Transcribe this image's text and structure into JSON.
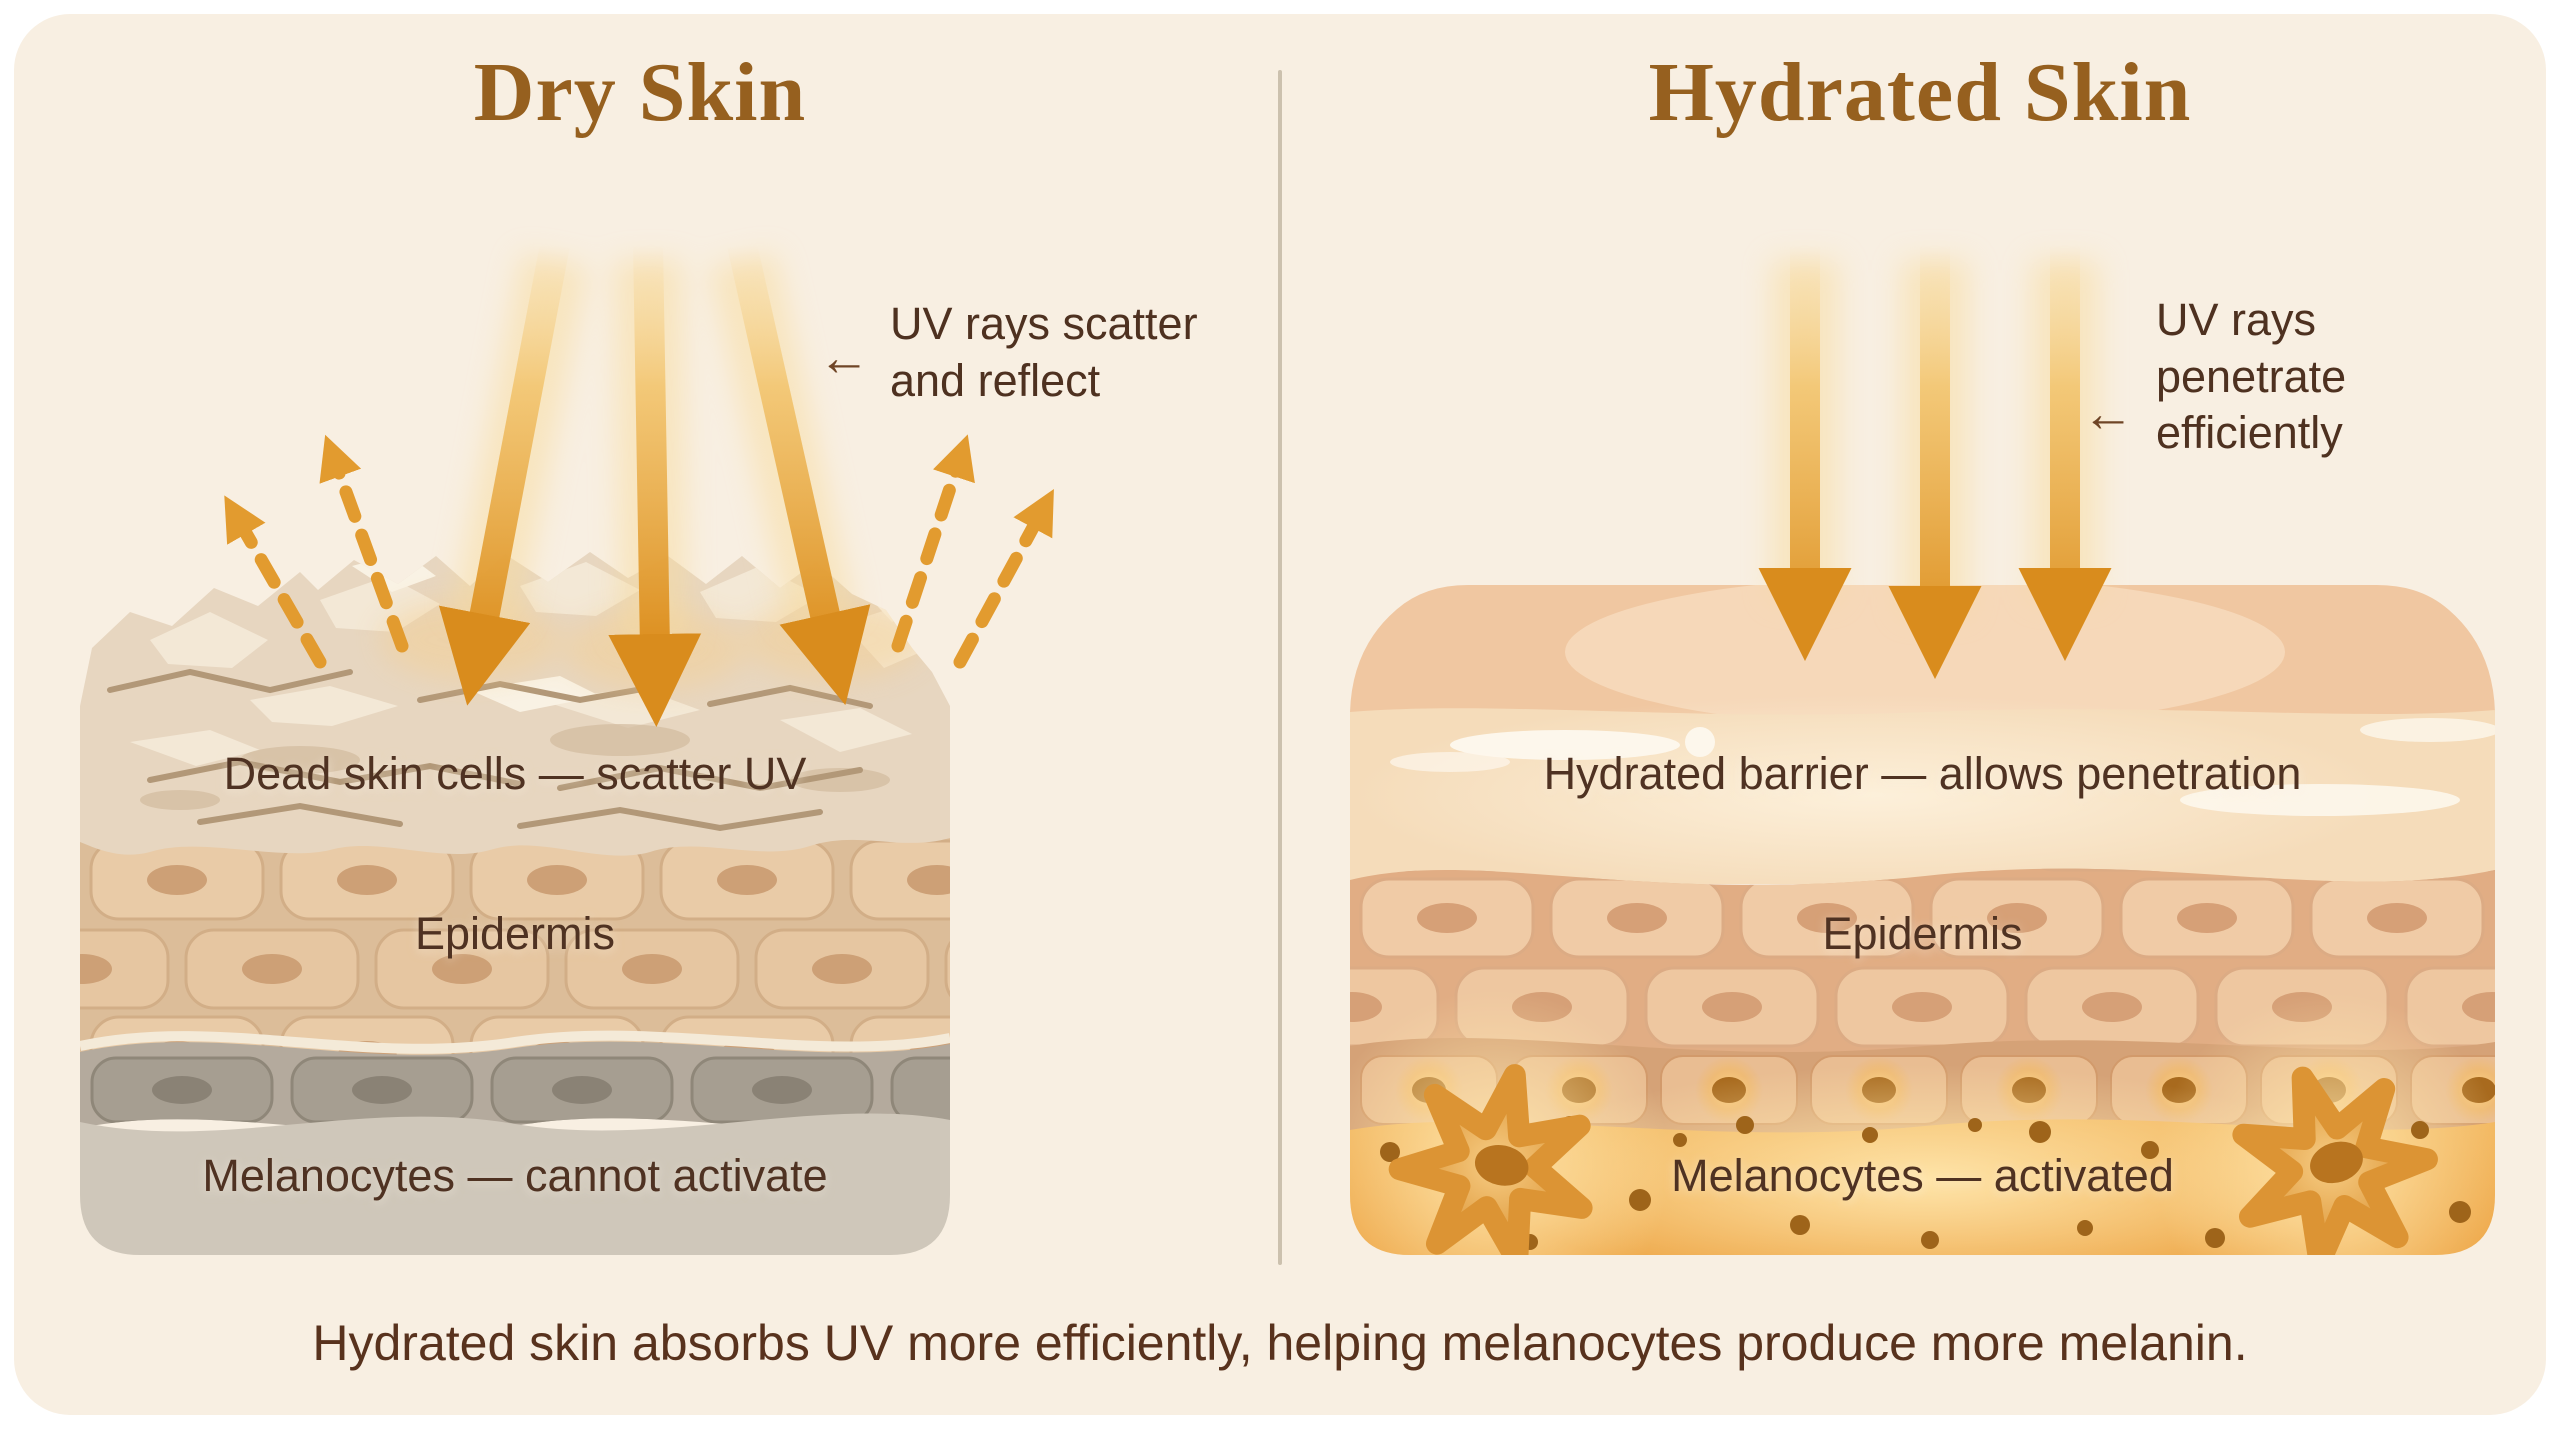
{
  "card": {
    "bg": "#f8efe2"
  },
  "divider": {
    "color": "#ccc1ae"
  },
  "panels": {
    "left": {
      "title": "Dry Skin",
      "annotation": {
        "arrow": "←",
        "lines": [
          "UV rays scatter",
          "and reflect"
        ]
      },
      "surface_label": "Dead skin cells — scatter UV",
      "epidermis_label": "Epidermis",
      "melanocyte_label": "Melanocytes — cannot activate"
    },
    "right": {
      "title": "Hydrated Skin",
      "annotation": {
        "arrow": "←",
        "lines": [
          "UV rays",
          "penetrate",
          "efficiently"
        ]
      },
      "surface_label": "Hydrated barrier — allows penetration",
      "epidermis_label": "Epidermis",
      "melanocyte_label": "Melanocytes — activated"
    }
  },
  "caption": "Hydrated skin absorbs UV more efficiently, helping melanocytes produce more melanin.",
  "colors": {
    "title_text": "#96601f",
    "label_text": "#4f3222",
    "annotation_text": "#4e3120",
    "caption_text": "#58321d",
    "uv_arrow": "#dd8f1f",
    "uv_arrow_light": "#f6d189",
    "dashed_reflect_arrow": "#e29b2f",
    "dry_flake_layer": "#e7d6c0",
    "dry_epidermis_cell": "#e9cba7",
    "dry_basal_gray": "#a69e91",
    "dry_dermis_gray": "#cfc7ba",
    "hydrated_surface": "#f0c7a1",
    "hydrated_barrier": "#f5dcba",
    "hydrated_epidermis_cell": "#f0cba6",
    "melanocyte_layer_top": "#f3ba64",
    "melanocyte_layer_bottom": "#eea84a",
    "melanin_dot": "#9e641a",
    "glow_gold": "#ffe7ae"
  }
}
